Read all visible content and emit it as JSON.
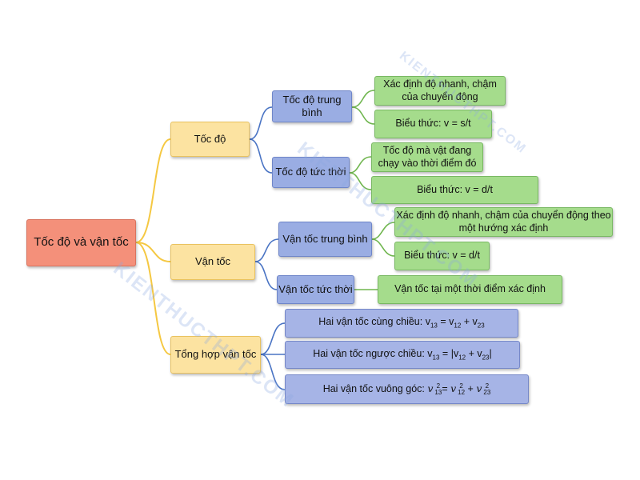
{
  "diagram": {
    "root": "Tốc độ và vận tốc",
    "branches": [
      {
        "label": "Tốc độ"
      },
      {
        "label": "Vận tốc"
      },
      {
        "label": "Tổng hợp vận tốc"
      }
    ],
    "sub_nodes": [
      {
        "label": "Tốc độ trung bình"
      },
      {
        "label": "Tốc độ tức thời"
      },
      {
        "label": "Vận tốc trung bình"
      },
      {
        "label": "Vận tốc tức thời"
      }
    ],
    "leaves": [
      {
        "label": "Xác định độ nhanh, chậm của chuyển động"
      },
      {
        "label": "Biểu thức: v = s/t"
      },
      {
        "label": "Tốc độ mà vật đang chạy vào thời điểm đó"
      },
      {
        "label": "Biểu thức: v = d/t"
      },
      {
        "label": "Xác định độ nhanh, chậm của chuyển động theo một hướng xác định"
      },
      {
        "label": "Biểu thức: v = d/t"
      },
      {
        "label": "Vận tốc tại một thời điểm xác định"
      }
    ],
    "formulas": [
      {
        "prefix": "Hai vận tốc cùng chiều: ",
        "v": "v",
        "sub13": "13",
        "sub12": "12",
        "sub23": "23",
        "eq": " = ",
        "plus": " + "
      },
      {
        "prefix": "Hai vận tốc ngược chiều: ",
        "v": "v",
        "sub13": "13",
        "sub12": "12",
        "sub23": "23",
        "eq": " = ",
        "plus": " + ",
        "bar": "|"
      },
      {
        "prefix": "Hai vận tốc vuông góc: ",
        "v": "v",
        "sup": "2",
        "sub13": "13",
        "sub12": "12",
        "sub23": "23",
        "eq": "= ",
        "plus": " + "
      }
    ],
    "watermark": "KIENTHUCTHPT.COM"
  },
  "colors": {
    "root": "#f4907a",
    "branch": "#fce3a1",
    "sub_node": "#9aade3",
    "leaf": "#a5dc8c",
    "formula": "#a6b4e6",
    "root_connector": "#f5c842",
    "branch_connector": "#4a74c4",
    "leaf_connector": "#70b64f"
  }
}
